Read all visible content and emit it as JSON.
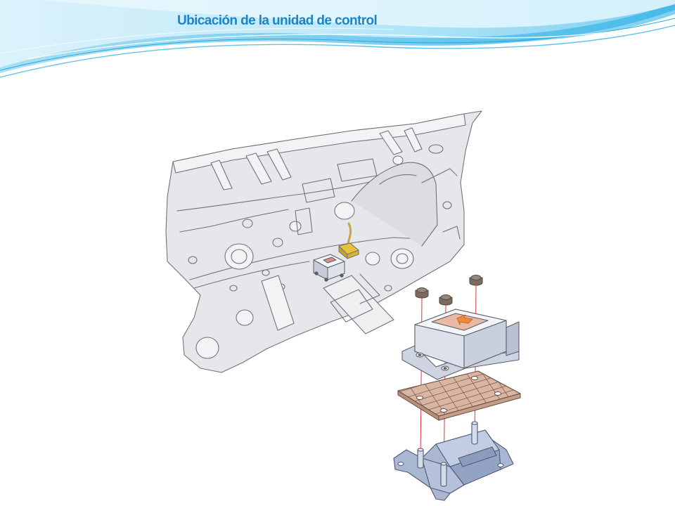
{
  "slide": {
    "title": "Ubicación de la unidad de control"
  },
  "figure": {
    "subjects": [
      "vehicle-firewall-panel",
      "airbag-control-unit",
      "mounting-pad",
      "mounting-bracket",
      "mounting-nuts"
    ]
  },
  "colors": {
    "title_text": "#1b86c7",
    "wave_light": "#cdeefa",
    "wave_mid": "#8fd6f2",
    "wave_dark": "#36b4e4",
    "panel_fill": "#e6e7ea",
    "panel_stroke": "#6f737b",
    "control_unit_fill": "#edeff5",
    "mounting_pad_fill": "#d9b6a3",
    "bracket_fill": "#a9b7d3",
    "connector_fill": "#e8c33a",
    "arrow_fill": "#f08a3a",
    "guide_line": "#e0343a"
  }
}
